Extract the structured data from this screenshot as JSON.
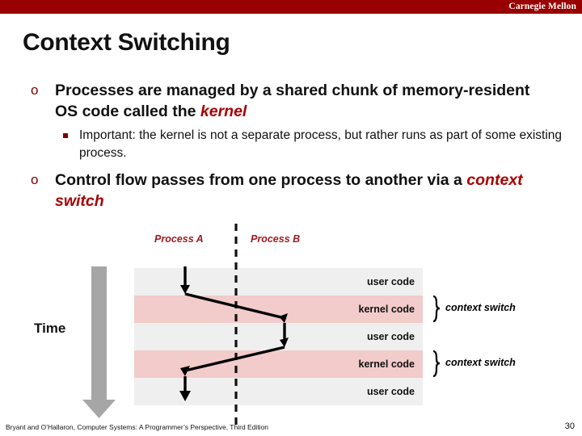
{
  "header": {
    "brand": "Carnegie Mellon",
    "bar_color": "#990000"
  },
  "title": "Context Switching",
  "bullets": [
    {
      "marker": "o",
      "text_before": "Processes are managed by a shared chunk of memory-resident OS code called the ",
      "emphasis": "kernel",
      "sub": {
        "marker": "square-bullet",
        "text": "Important: the kernel is not a separate process, but rather runs as part of some existing process."
      }
    },
    {
      "marker": "o",
      "text_before": "Control flow passes from one process to another via a ",
      "emphasis": "context switch"
    }
  ],
  "diagram": {
    "process_a_label": "Process A",
    "process_b_label": "Process B",
    "time_label": "Time",
    "time_arrow_color": "#a6a6a6",
    "divider_style": "dashed",
    "bands": [
      {
        "label": "user code",
        "mode": "user"
      },
      {
        "label": "kernel code",
        "mode": "kernel"
      },
      {
        "label": "user code",
        "mode": "user"
      },
      {
        "label": "kernel code",
        "mode": "kernel"
      },
      {
        "label": "user code",
        "mode": "user"
      }
    ],
    "band_colors": {
      "user": "#efeff0",
      "kernel": "#f2cbcb"
    },
    "annotations": [
      {
        "label": "context switch"
      },
      {
        "label": "context switch"
      }
    ]
  },
  "footer": {
    "citation": "Bryant and O’Hallaron, Computer Systems: A Programmer’s Perspective, Third Edition",
    "page": "30"
  }
}
